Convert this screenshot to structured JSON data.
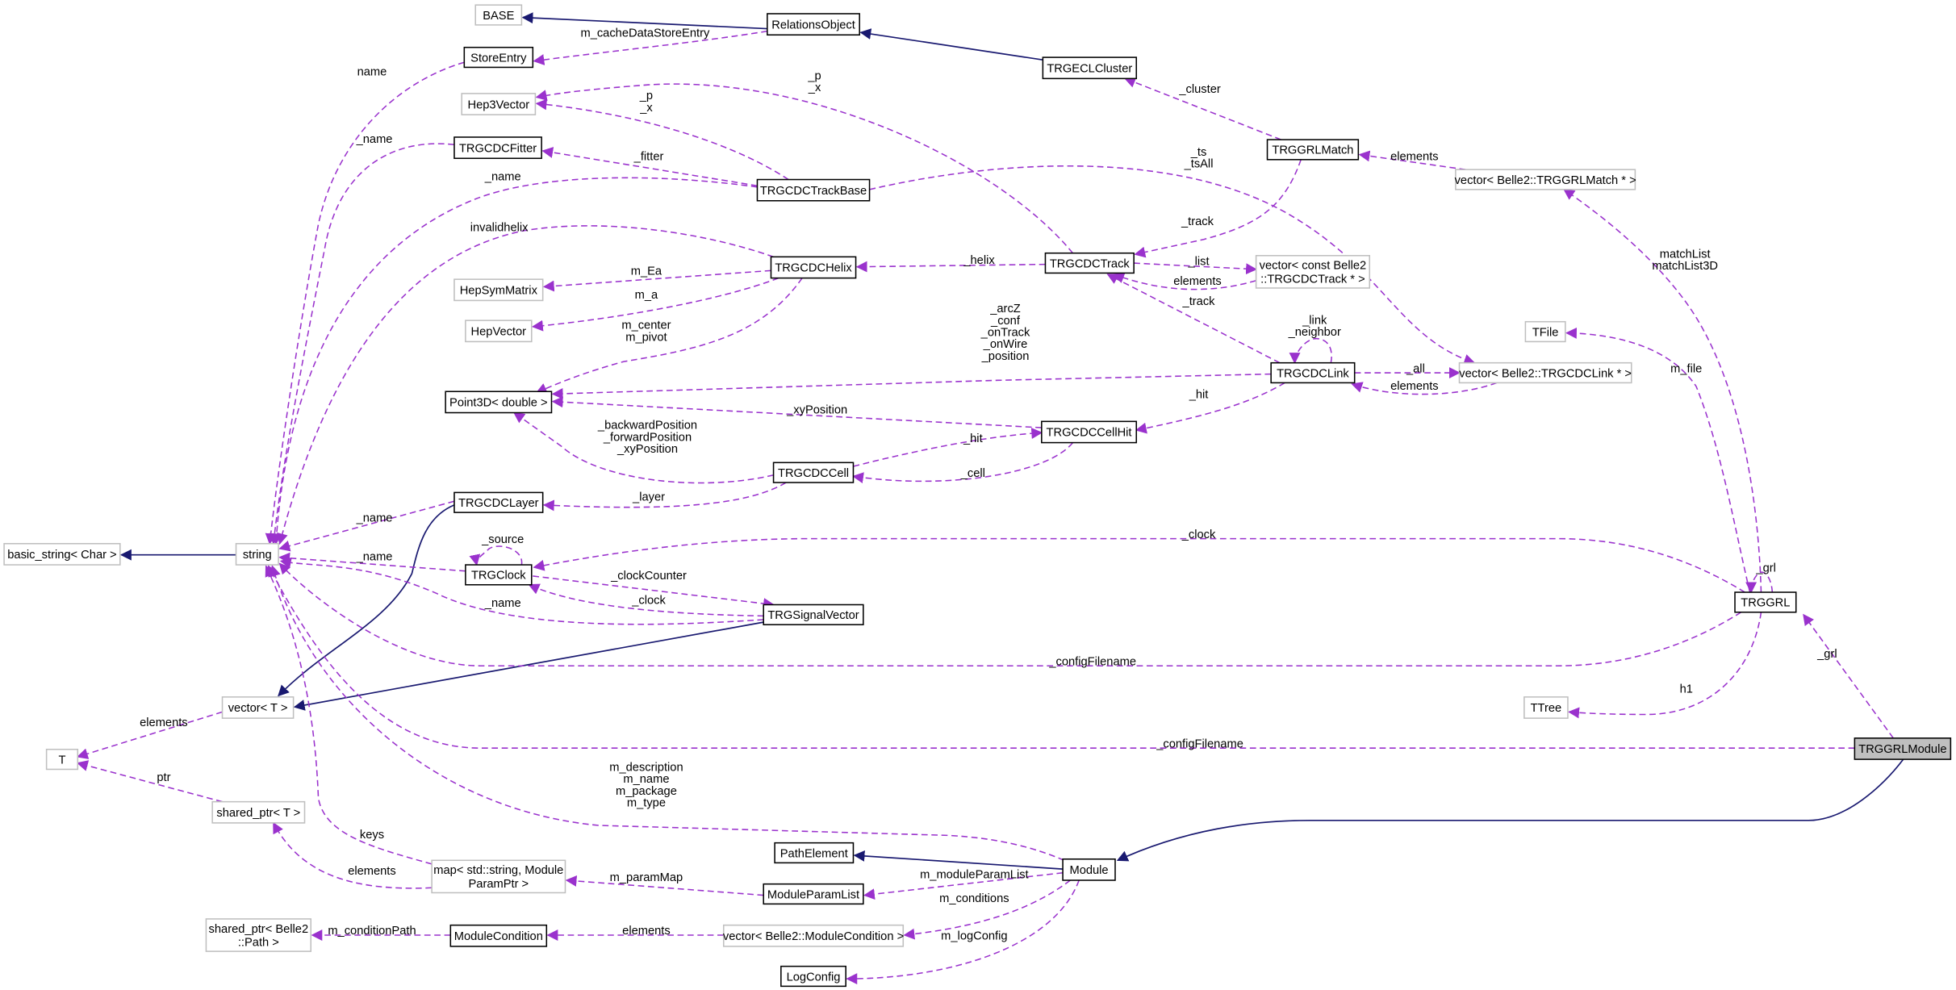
{
  "colors": {
    "member_edge": "#9a32cd",
    "inherit_edge": "#191970",
    "documented_border": "#000000",
    "undocumented_border": "#bfbfbf",
    "highlight_fill": "#bfbfbf"
  },
  "nodes": [
    {
      "id": "BASE",
      "label": [
        "BASE"
      ],
      "style": "undocumented"
    },
    {
      "id": "RelationsObject",
      "label": [
        "RelationsObject"
      ],
      "style": "documented"
    },
    {
      "id": "StoreEntry",
      "label": [
        "StoreEntry"
      ],
      "style": "documented"
    },
    {
      "id": "Hep3Vector",
      "label": [
        "Hep3Vector"
      ],
      "style": "undocumented"
    },
    {
      "id": "TRGCDCFitter",
      "label": [
        "TRGCDCFitter"
      ],
      "style": "documented"
    },
    {
      "id": "TRGCDCTrackBase",
      "label": [
        "TRGCDCTrackBase"
      ],
      "style": "documented"
    },
    {
      "id": "TRGECLCluster",
      "label": [
        "TRGECLCluster"
      ],
      "style": "documented"
    },
    {
      "id": "TRGGRLMatch",
      "label": [
        "TRGGRLMatch"
      ],
      "style": "documented"
    },
    {
      "id": "vecGRLMatch",
      "label": [
        "vector< Belle2::TRGGRLMatch * >"
      ],
      "style": "undocumented"
    },
    {
      "id": "TRGCDCHelix",
      "label": [
        "TRGCDCHelix"
      ],
      "style": "documented"
    },
    {
      "id": "HepSymMatrix",
      "label": [
        "HepSymMatrix"
      ],
      "style": "undocumented"
    },
    {
      "id": "HepVector",
      "label": [
        "HepVector"
      ],
      "style": "undocumented"
    },
    {
      "id": "TRGCDCTrack",
      "label": [
        "TRGCDCTrack"
      ],
      "style": "documented"
    },
    {
      "id": "vecConstTrack",
      "label": [
        "vector< const Belle2",
        "::TRGCDCTrack * >"
      ],
      "style": "undocumented"
    },
    {
      "id": "TFile",
      "label": [
        "TFile"
      ],
      "style": "undocumented"
    },
    {
      "id": "TRGCDCLink",
      "label": [
        "TRGCDCLink"
      ],
      "style": "documented"
    },
    {
      "id": "vecLink",
      "label": [
        "vector< Belle2::TRGCDCLink * >"
      ],
      "style": "undocumented"
    },
    {
      "id": "Point3D",
      "label": [
        "Point3D< double >"
      ],
      "style": "documented"
    },
    {
      "id": "TRGCDCCellHit",
      "label": [
        "TRGCDCCellHit"
      ],
      "style": "documented"
    },
    {
      "id": "TRGCDCCell",
      "label": [
        "TRGCDCCell"
      ],
      "style": "documented"
    },
    {
      "id": "TRGCDCLayer",
      "label": [
        "TRGCDCLayer"
      ],
      "style": "documented"
    },
    {
      "id": "basic_string",
      "label": [
        "basic_string< Char >"
      ],
      "style": "undocumented"
    },
    {
      "id": "string",
      "label": [
        "string"
      ],
      "style": "undocumented"
    },
    {
      "id": "TRGClock",
      "label": [
        "TRGClock"
      ],
      "style": "documented"
    },
    {
      "id": "TRGSignalVector",
      "label": [
        "TRGSignalVector"
      ],
      "style": "documented"
    },
    {
      "id": "TRGGRL",
      "label": [
        "TRGGRL"
      ],
      "style": "documented"
    },
    {
      "id": "vectorT",
      "label": [
        "vector< T >"
      ],
      "style": "undocumented"
    },
    {
      "id": "TTree",
      "label": [
        "TTree"
      ],
      "style": "undocumented"
    },
    {
      "id": "T",
      "label": [
        "T"
      ],
      "style": "undocumented"
    },
    {
      "id": "TRGGRLModule",
      "label": [
        "TRGGRLModule"
      ],
      "style": "highlight"
    },
    {
      "id": "sharedPtrT",
      "label": [
        "shared_ptr< T >"
      ],
      "style": "undocumented"
    },
    {
      "id": "PathElement",
      "label": [
        "PathElement"
      ],
      "style": "documented"
    },
    {
      "id": "map",
      "label": [
        "map< std::string, Module",
        "ParamPtr >"
      ],
      "style": "undocumented"
    },
    {
      "id": "Module",
      "label": [
        "Module"
      ],
      "style": "documented"
    },
    {
      "id": "ModuleParamList",
      "label": [
        "ModuleParamList"
      ],
      "style": "documented"
    },
    {
      "id": "sharedPtrPath",
      "label": [
        "shared_ptr< Belle2",
        "::Path >"
      ],
      "style": "undocumented"
    },
    {
      "id": "ModuleCondition",
      "label": [
        "ModuleCondition"
      ],
      "style": "documented"
    },
    {
      "id": "vecModCond",
      "label": [
        "vector< Belle2::ModuleCondition >"
      ],
      "style": "undocumented"
    },
    {
      "id": "LogConfig",
      "label": [
        "LogConfig"
      ],
      "style": "documented"
    }
  ],
  "edges": [
    {
      "from": "RelationsObject",
      "to": "BASE",
      "type": "inherit",
      "label": []
    },
    {
      "from": "RelationsObject",
      "to": "StoreEntry",
      "type": "member",
      "label": [
        "m_cacheDataStoreEntry"
      ]
    },
    {
      "from": "TRGECLCluster",
      "to": "RelationsObject",
      "type": "inherit",
      "label": []
    },
    {
      "from": "StoreEntry",
      "to": "string",
      "type": "member",
      "label": [
        "name"
      ]
    },
    {
      "from": "TRGCDCTrackBase",
      "to": "Hep3Vector",
      "type": "member",
      "label": [
        "_p",
        "_x"
      ]
    },
    {
      "from": "TRGCDCTrack",
      "to": "Hep3Vector",
      "type": "member",
      "label": [
        "_p",
        "_x"
      ]
    },
    {
      "from": "TRGCDCTrackBase",
      "to": "TRGCDCFitter",
      "type": "member",
      "label": [
        "_fitter"
      ]
    },
    {
      "from": "TRGCDCFitter",
      "to": "string",
      "type": "member",
      "label": [
        "_name"
      ]
    },
    {
      "from": "TRGCDCTrackBase",
      "to": "string",
      "type": "member",
      "label": [
        "_name"
      ]
    },
    {
      "from": "TRGCDCTrackBase",
      "to": "vecLink",
      "type": "member",
      "label": [
        "_ts",
        "_tsAll"
      ]
    },
    {
      "from": "TRGGRLMatch",
      "to": "TRGECLCluster",
      "type": "member",
      "label": [
        "_cluster"
      ]
    },
    {
      "from": "vecGRLMatch",
      "to": "TRGGRLMatch",
      "type": "member",
      "label": [
        "elements"
      ]
    },
    {
      "from": "TRGGRLMatch",
      "to": "TRGCDCTrack",
      "type": "member",
      "label": [
        "_track"
      ]
    },
    {
      "from": "TRGCDCTrack",
      "to": "TRGCDCHelix",
      "type": "member",
      "label": [
        "_helix"
      ]
    },
    {
      "from": "TRGCDCHelix",
      "to": "string",
      "type": "member",
      "label": [
        "invalidhelix"
      ]
    },
    {
      "from": "TRGCDCHelix",
      "to": "HepSymMatrix",
      "type": "member",
      "label": [
        "m_Ea"
      ]
    },
    {
      "from": "TRGCDCHelix",
      "to": "HepVector",
      "type": "member",
      "label": [
        "m_a"
      ]
    },
    {
      "from": "TRGCDCHelix",
      "to": "Point3D",
      "type": "member",
      "label": [
        "m_center",
        "m_pivot"
      ]
    },
    {
      "from": "TRGCDCTrack",
      "to": "vecConstTrack",
      "type": "member",
      "label": [
        "_list"
      ]
    },
    {
      "from": "vecConstTrack",
      "to": "TRGCDCTrack",
      "type": "member",
      "label": [
        "elements"
      ]
    },
    {
      "from": "TRGCDCLink",
      "to": "TRGCDCTrack",
      "type": "member",
      "label": [
        "_track"
      ]
    },
    {
      "from": "TRGCDCLink",
      "to": "TRGCDCLink",
      "type": "member",
      "label": [
        "_link",
        "_neighbor"
      ]
    },
    {
      "from": "TRGCDCLink",
      "to": "Point3D",
      "type": "member",
      "label": [
        "_arcZ",
        "_conf",
        "_onTrack",
        "_onWire",
        "_position"
      ]
    },
    {
      "from": "TRGCDCLink",
      "to": "vecLink",
      "type": "member",
      "label": [
        "_all"
      ]
    },
    {
      "from": "vecLink",
      "to": "TRGCDCLink",
      "type": "member",
      "label": [
        "elements"
      ]
    },
    {
      "from": "TRGCDCLink",
      "to": "TRGCDCCellHit",
      "type": "member",
      "label": [
        "_hit"
      ]
    },
    {
      "from": "TRGCDCCellHit",
      "to": "Point3D",
      "type": "member",
      "label": [
        "_xyPosition"
      ]
    },
    {
      "from": "TRGCDCCell",
      "to": "TRGCDCCellHit",
      "type": "member",
      "label": [
        "_hit"
      ]
    },
    {
      "from": "TRGCDCCellHit",
      "to": "TRGCDCCell",
      "type": "member",
      "label": [
        "_cell"
      ]
    },
    {
      "from": "TRGCDCCell",
      "to": "Point3D",
      "type": "member",
      "label": [
        "_backwardPosition",
        "_forwardPosition",
        "_xyPosition"
      ]
    },
    {
      "from": "TRGCDCCell",
      "to": "TRGCDCLayer",
      "type": "member",
      "label": [
        "_layer"
      ]
    },
    {
      "from": "TRGCDCLayer",
      "to": "string",
      "type": "member",
      "label": [
        "_name"
      ]
    },
    {
      "from": "TRGCDCLayer",
      "to": "vectorT",
      "type": "inherit",
      "label": []
    },
    {
      "from": "string",
      "to": "basic_string",
      "type": "inherit",
      "label": []
    },
    {
      "from": "TRGClock",
      "to": "string",
      "type": "member",
      "label": [
        "_name"
      ]
    },
    {
      "from": "TRGClock",
      "to": "TRGClock",
      "type": "member",
      "label": [
        "_source"
      ]
    },
    {
      "from": "TRGGRL",
      "to": "TRGClock",
      "type": "member",
      "label": [
        "_clock"
      ]
    },
    {
      "from": "TRGClock",
      "to": "TRGSignalVector",
      "type": "member",
      "label": [
        "_clockCounter"
      ]
    },
    {
      "from": "TRGSignalVector",
      "to": "TRGClock",
      "type": "member",
      "label": [
        "_clock"
      ]
    },
    {
      "from": "TRGSignalVector",
      "to": "string",
      "type": "member",
      "label": [
        "_name"
      ]
    },
    {
      "from": "TRGSignalVector",
      "to": "vectorT",
      "type": "inherit",
      "label": []
    },
    {
      "from": "TRGGRL",
      "to": "string",
      "type": "member",
      "label": [
        "_configFilename"
      ]
    },
    {
      "from": "TRGGRL",
      "to": "TRGGRL",
      "type": "member",
      "label": [
        "_grl"
      ]
    },
    {
      "from": "TRGGRL",
      "to": "vecGRLMatch",
      "type": "member",
      "label": [
        "matchList",
        "matchList3D"
      ]
    },
    {
      "from": "TRGGRL",
      "to": "TFile",
      "type": "member",
      "label": [
        "m_file"
      ]
    },
    {
      "from": "TRGGRL",
      "to": "TTree",
      "type": "member",
      "label": [
        "h1"
      ]
    },
    {
      "from": "TRGGRLModule",
      "to": "TRGGRL",
      "type": "member",
      "label": [
        "_grl"
      ]
    },
    {
      "from": "TRGGRLModule",
      "to": "string",
      "type": "member",
      "label": [
        "_configFilename"
      ]
    },
    {
      "from": "TRGGRLModule",
      "to": "Module",
      "type": "inherit",
      "label": []
    },
    {
      "from": "vectorT",
      "to": "T",
      "type": "member",
      "label": [
        "elements"
      ]
    },
    {
      "from": "sharedPtrT",
      "to": "T",
      "type": "member",
      "label": [
        "ptr"
      ]
    },
    {
      "from": "map",
      "to": "string",
      "type": "member",
      "label": [
        "keys"
      ]
    },
    {
      "from": "map",
      "to": "sharedPtrT",
      "type": "member",
      "label": [
        "elements"
      ]
    },
    {
      "from": "Module",
      "to": "string",
      "type": "member",
      "label": [
        "m_description",
        "m_name",
        "m_package",
        "m_type"
      ]
    },
    {
      "from": "Module",
      "to": "PathElement",
      "type": "inherit",
      "label": []
    },
    {
      "from": "ModuleParamList",
      "to": "map",
      "type": "member",
      "label": [
        "m_paramMap"
      ]
    },
    {
      "from": "Module",
      "to": "ModuleParamList",
      "type": "member",
      "label": [
        "m_moduleParamList"
      ]
    },
    {
      "from": "Module",
      "to": "vecModCond",
      "type": "member",
      "label": [
        "m_conditions"
      ]
    },
    {
      "from": "vecModCond",
      "to": "ModuleCondition",
      "type": "member",
      "label": [
        "elements"
      ]
    },
    {
      "from": "ModuleCondition",
      "to": "sharedPtrPath",
      "type": "member",
      "label": [
        "m_conditionPath"
      ]
    },
    {
      "from": "Module",
      "to": "LogConfig",
      "type": "member",
      "label": [
        "m_logConfig"
      ]
    }
  ]
}
